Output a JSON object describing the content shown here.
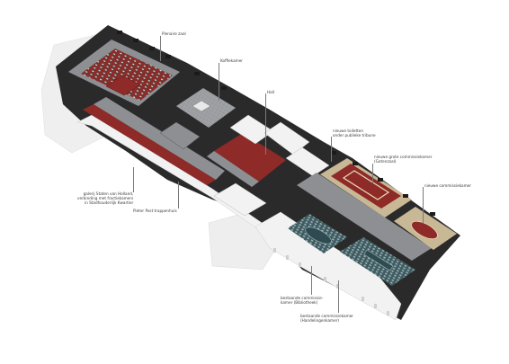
{
  "diagram": {
    "labels": {
      "plenaire_zaal": "Plenaire zaal",
      "koffiekamer": "Koffiekamer",
      "hall": "Hall",
      "nieuwe_toiletten": [
        "nieuwe toiletten",
        "onder publieke tribune"
      ],
      "nieuwe_grote_commissiekamer": [
        "nieuwe grote commissiekamer",
        "(Gotenzaal)"
      ],
      "nieuwe_commissiekamer": "nieuwe commissiekamer",
      "galerij": [
        "galerij Staten van Holland,",
        "verbinding met fractiekamers",
        "in Stadhouderlijk Kwartier"
      ],
      "pieter_post_trappenhuis": "Pieter Post trappenhuis",
      "bestaande_commissiekamer_bibliotheek": [
        "bestaande commissie-",
        "kamer (Bibliotheek)"
      ],
      "bestaande_commissiekamer_handelingenkamer": [
        "bestaande commissiekamer",
        "(Handelingenkamer)"
      ]
    },
    "colors": {
      "carpet_red": "#8e2a27",
      "floor_grey": "#8d8f93",
      "wall_dark": "#2b2a2a",
      "teal_room": "#3c5a60",
      "beige_room": "#c9b896",
      "white_volume": "#f2f2f2"
    }
  }
}
